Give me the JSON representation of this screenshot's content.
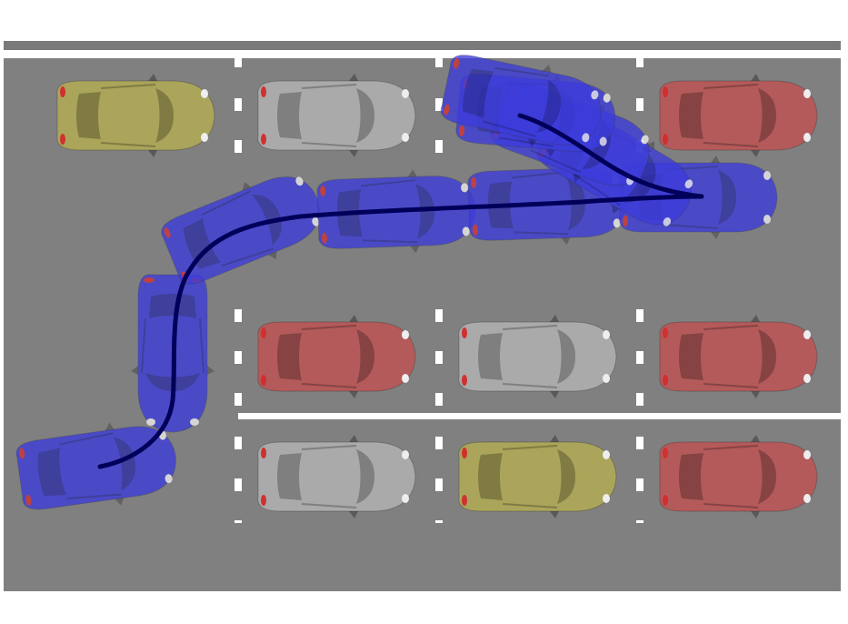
{
  "colors": {
    "background": "#ffffff",
    "asphalt": "#808080",
    "top_strip": "#7a7a7a",
    "lane_marking": "#ffffff",
    "path_line": "#00005a",
    "car_blue": "#3c3cdc",
    "car_yellow": "#aaa55a",
    "car_gray": "#aaaaaa",
    "car_red": "#b45a5a"
  },
  "parked_cars": [
    {
      "name": "parked-car-yellow-top-left",
      "color": "car_yellow"
    },
    {
      "name": "parked-car-gray-top-center",
      "color": "car_gray"
    },
    {
      "name": "parked-car-red-top-right",
      "color": "car_red"
    },
    {
      "name": "parked-car-red-middle-left",
      "color": "car_red"
    },
    {
      "name": "parked-car-gray-middle-center",
      "color": "car_gray"
    },
    {
      "name": "parked-car-red-middle-right",
      "color": "car_red"
    },
    {
      "name": "parked-car-gray-bottom-left",
      "color": "car_gray"
    },
    {
      "name": "parked-car-yellow-bottom-center",
      "color": "car_yellow"
    },
    {
      "name": "parked-car-red-bottom-right",
      "color": "car_red"
    }
  ],
  "vehicle": {
    "color": "car_blue",
    "poses_shown": 10
  }
}
